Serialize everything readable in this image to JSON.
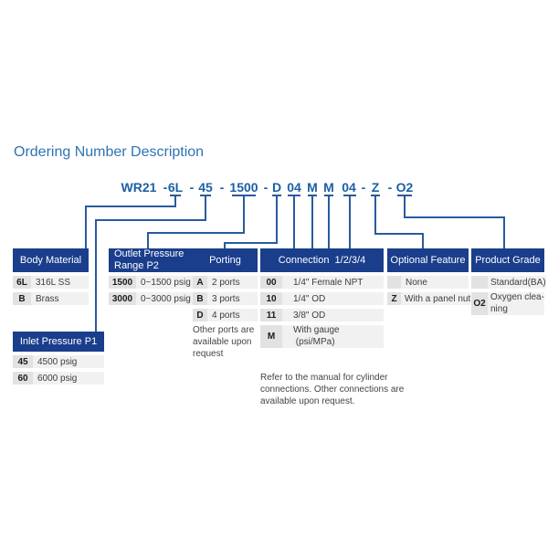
{
  "page": {
    "title": "Ordering Number Description"
  },
  "order_number": {
    "full": "WR21 - 6L - 45 - 1500 - D 04 M M 04 - Z - O2",
    "parts": [
      "WR21",
      "-",
      "6L",
      "-",
      "45",
      "-",
      "1500",
      "-",
      "D",
      "04",
      "M",
      "M",
      "04",
      "-",
      "Z",
      "-",
      "O2"
    ]
  },
  "tables": {
    "body_material": {
      "title": "Body Material",
      "rows": [
        {
          "code": "6L",
          "label": "316L SS"
        },
        {
          "code": "B",
          "label": "Brass"
        }
      ]
    },
    "inlet_pressure": {
      "title": "Inlet Pressure P1",
      "rows": [
        {
          "code": "45",
          "label": "4500 psig"
        },
        {
          "code": "60",
          "label": "6000 psig"
        }
      ]
    },
    "outlet_pressure": {
      "title": "Outlet Pressure Range P2",
      "rows": [
        {
          "code": "1500",
          "label": "0~1500 psig"
        },
        {
          "code": "3000",
          "label": "0~3000 psig"
        }
      ]
    },
    "porting": {
      "title": "Porting",
      "rows": [
        {
          "code": "A",
          "label": "2 ports"
        },
        {
          "code": "B",
          "label": "3 ports"
        },
        {
          "code": "D",
          "label": "4 ports"
        }
      ],
      "note": "Other ports are available upon request"
    },
    "connection": {
      "title": "Connection  1/2/3/4",
      "rows": [
        {
          "code": "00",
          "label": "1/4\" Female NPT"
        },
        {
          "code": "10",
          "label": "1/4\" OD"
        },
        {
          "code": "11",
          "label": "3/8\" OD"
        },
        {
          "code": "M",
          "label": "With gauge\n (psi/MPa)"
        }
      ],
      "note": "Refer to the manual for cylinder connections. Other connections are available upon request."
    },
    "optional_feature": {
      "title": "Optional Feature",
      "rows": [
        {
          "code": "",
          "label": "None"
        },
        {
          "code": "Z",
          "label": "With a panel nut"
        }
      ]
    },
    "product_grade": {
      "title": "Product Grade",
      "rows": [
        {
          "code": "",
          "label": "Standard(BA)"
        },
        {
          "code": "O2",
          "label": "Oxygen clea-ning"
        }
      ]
    }
  },
  "colors": {
    "accent_blue": "#2e74b5",
    "order_blue": "#1d5fa6",
    "header_bg": "#1a3e8c",
    "line_blue": "#2a5a9f",
    "code_cell_bg": "#e2e2e2",
    "label_cell_bg": "#f1f1f1"
  }
}
